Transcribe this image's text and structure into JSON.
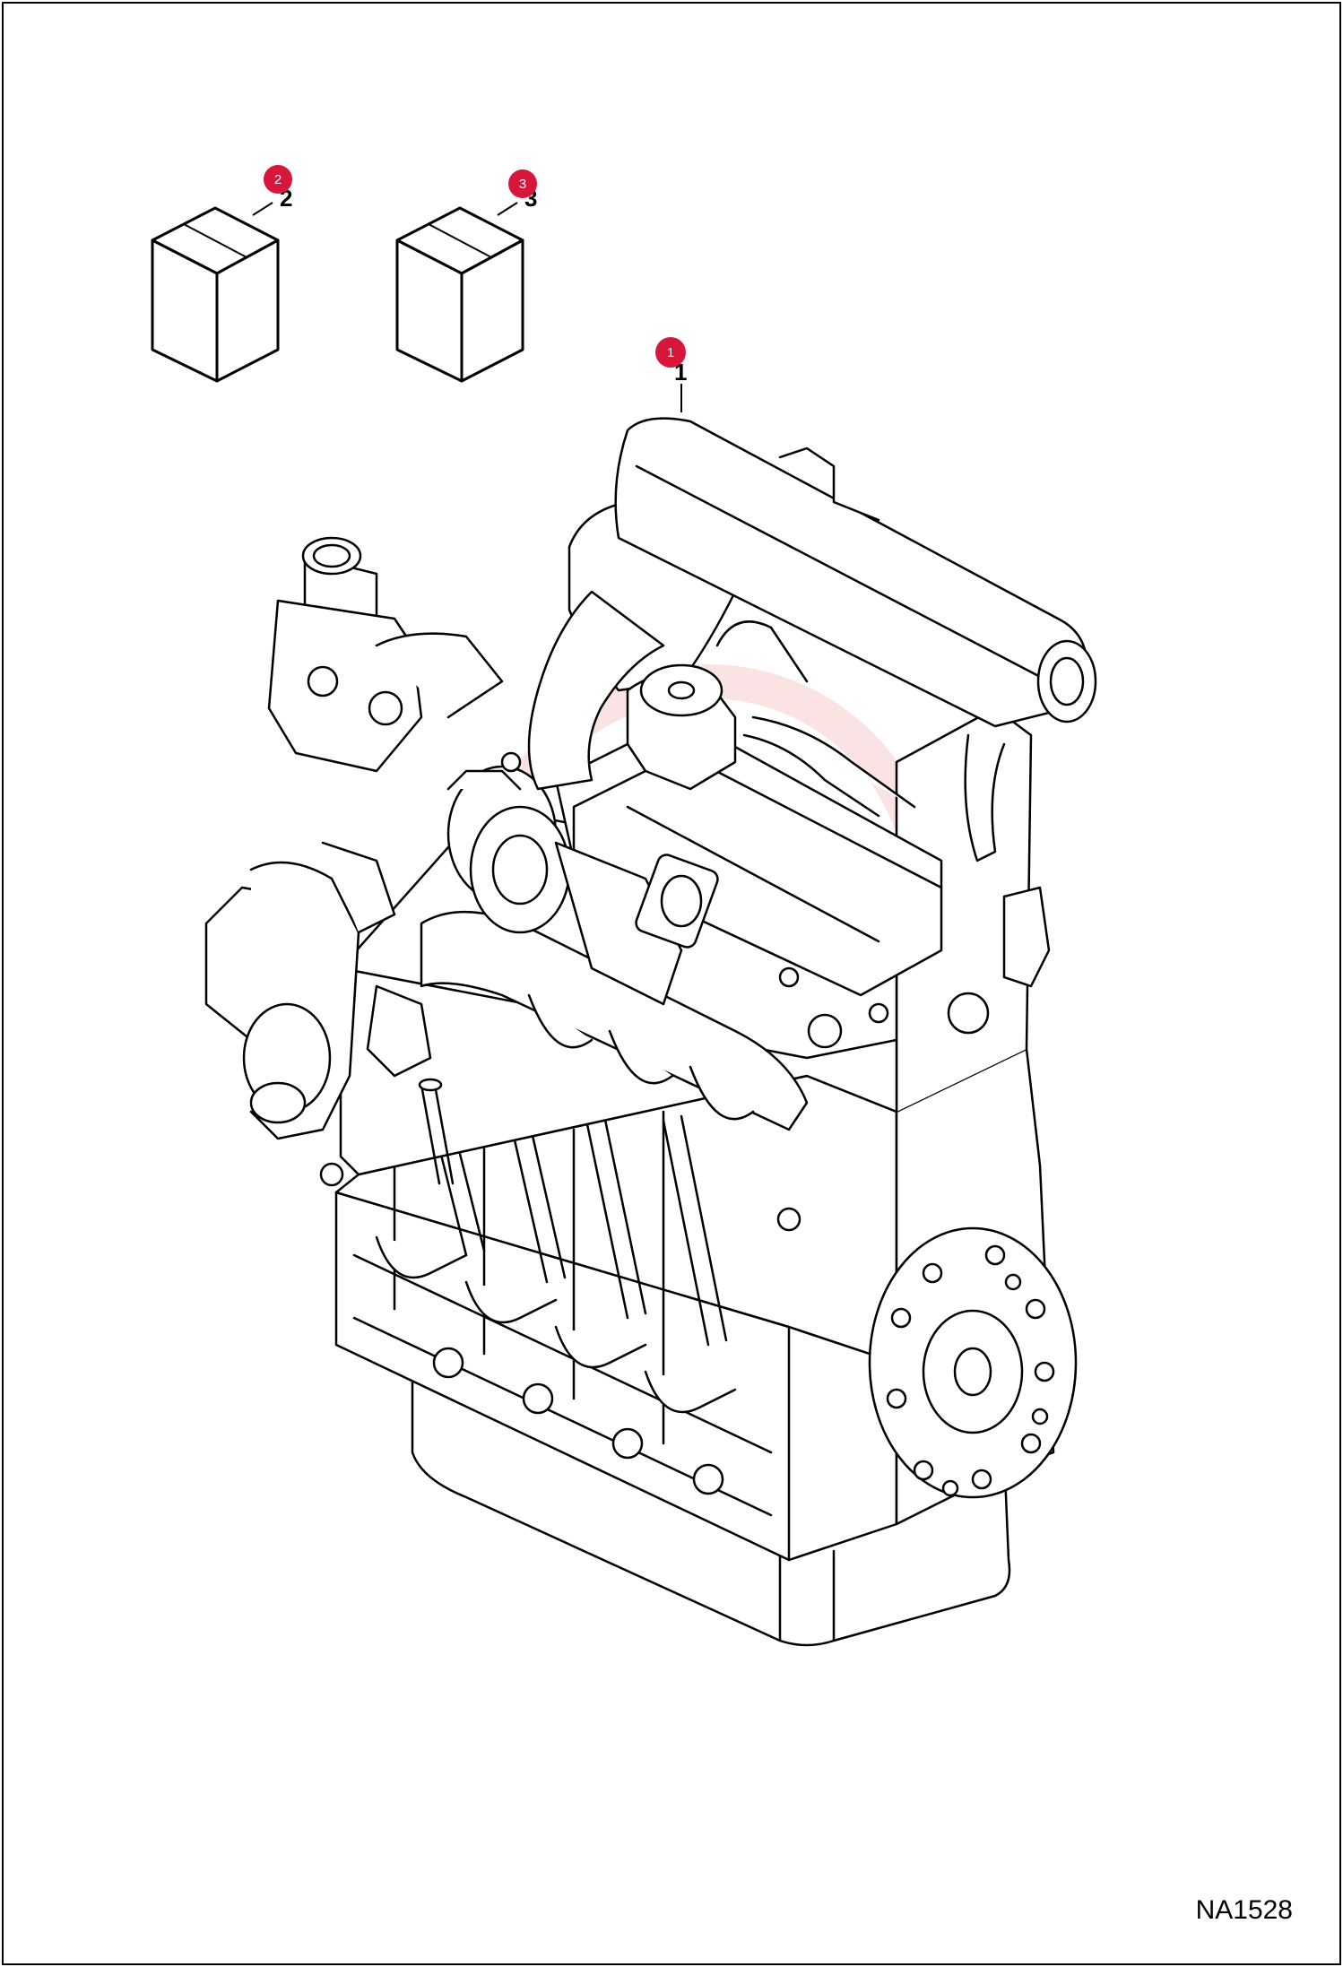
{
  "diagram_code": "NA1528",
  "callouts": [
    {
      "id": "1",
      "label": "1",
      "badge": "1",
      "part": "engine"
    },
    {
      "id": "2",
      "label": "2",
      "badge": "2",
      "part": "kit-box"
    },
    {
      "id": "3",
      "label": "3",
      "badge": "3",
      "part": "kit-box"
    }
  ],
  "colors": {
    "badge": "#d6163a",
    "line": "#000000",
    "watermark": "#e8505a"
  }
}
